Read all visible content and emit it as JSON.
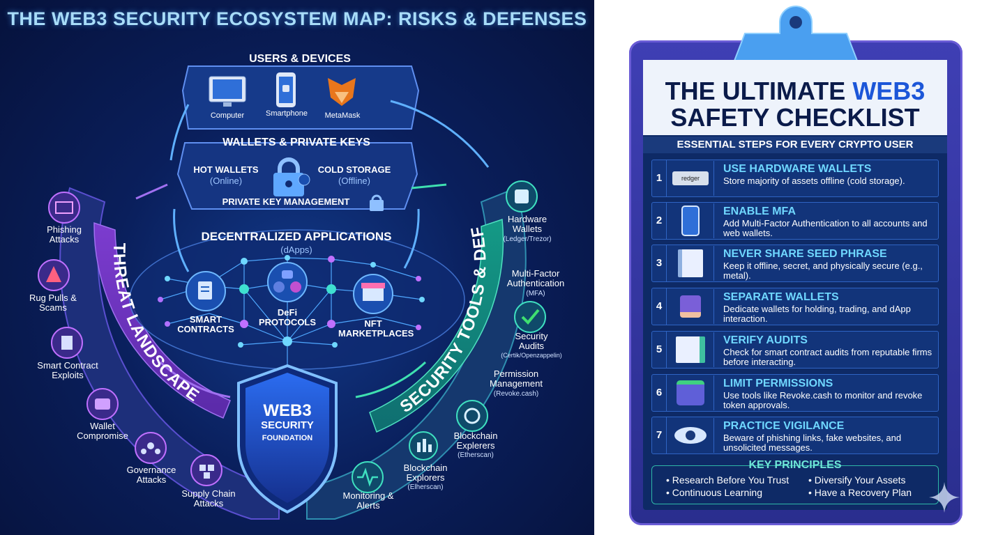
{
  "left": {
    "title": "THE WEB3 SECURITY ECOSYSTEM MAP: RISKS & DEFENSES",
    "users": {
      "title": "USERS & DEVICES",
      "items": [
        "Computer",
        "Smartphone",
        "MetaMask"
      ]
    },
    "wallets": {
      "title": "WALLETS & PRIVATE KEYS",
      "hot": "HOT WALLETS",
      "hot_sub": "(Online)",
      "cold": "COLD STORAGE",
      "cold_sub": "(Offline)",
      "pkm": "PRIVATE KEY MANAGEMENT"
    },
    "dapps": {
      "title": "DECENTRALIZED APPLICATIONS",
      "sub": "(dApps)",
      "items": [
        "SMART CONTRACTS",
        "DeFi PROTOCOLS",
        "NFT MARKETPLACES"
      ]
    },
    "shield": {
      "line1": "WEB3",
      "line2": "SECURITY",
      "line3": "FOUNDATION"
    },
    "threat_arc": "THREAT LANDSCAPE",
    "security_arc": "SECURITY TOOLS & DEFENSES",
    "threats": [
      "Phishing Attacks",
      "Rug Pulls & Scams",
      "Smart Contract Exploits",
      "Wallet Compromise",
      "Governance Attacks",
      "Supply Chain Attacks"
    ],
    "defenses": [
      {
        "name": "Hardware Wallets",
        "sub": "(Ledger/Trezor)"
      },
      {
        "name": "Multi-Factor Authentication",
        "sub": "(MFA)"
      },
      {
        "name": "Security Audits",
        "sub": "(Certik/Openzappelin)"
      },
      {
        "name": "Permission Management",
        "sub": "(Revoke.cash)"
      },
      {
        "name": "Blockchain Explerers",
        "sub": "(Etherscan)"
      },
      {
        "name": "Blockchain Explorers",
        "sub": "(Elherscan)"
      },
      {
        "name": "Monitoring & Alerts",
        "sub": ""
      }
    ]
  },
  "checklist": {
    "title_part1": "THE ULTIMATE ",
    "title_accent": "WEB3",
    "title_part2": "SAFETY CHECKLIST",
    "subtitle": "ESSENTIAL STEPS FOR EVERY CRYPTO USER",
    "items": [
      {
        "num": "1",
        "title": "USE HARDWARE WALLETS",
        "desc": "Store majority of assets offline (cold storage).",
        "icon": "hardware-wallet-icon",
        "icon_text": "redger"
      },
      {
        "num": "2",
        "title": "ENABLE MFA",
        "desc": "Add Multi-Factor Authentication to all accounts and web wallets.",
        "icon": "phone-lock-icon"
      },
      {
        "num": "3",
        "title": "NEVER SHARE SEED PHRASE",
        "desc": "Keep it offline, secret, and physically secure (e.g., metal).",
        "icon": "document-icon"
      },
      {
        "num": "4",
        "title": "SEPARATE WALLETS",
        "desc": "Dedicate wallets for holding, trading, and dApp interaction.",
        "icon": "wallet-hand-icon"
      },
      {
        "num": "5",
        "title": "VERIFY AUDITS",
        "desc": "Check for smart contract audits from reputable firms before interacting.",
        "icon": "audit-certificate-icon"
      },
      {
        "num": "6",
        "title": "LIMIT PERMISSIONS",
        "desc": "Use tools like Revoke.cash to monitor and revoke token approvals.",
        "icon": "wallet-icon"
      },
      {
        "num": "7",
        "title": "PRACTICE VIGILANCE",
        "desc": "Beware of phishing links, fake websites, and unsolicited messages.",
        "icon": "eye-warning-icon"
      }
    ],
    "principles": {
      "title": "KEY PRINCIPLES",
      "items": [
        "Research Before You Trust",
        "Diversify Your Assets",
        "Continuous Learning",
        "Have a Recovery Plan"
      ]
    }
  },
  "colors": {
    "bg_dark": "#06123c",
    "threat_purple": "#8a4fd8",
    "defense_teal": "#1fb89a",
    "accent_cyan": "#6fd7ff",
    "checklist_accent": "#1c56d8"
  }
}
